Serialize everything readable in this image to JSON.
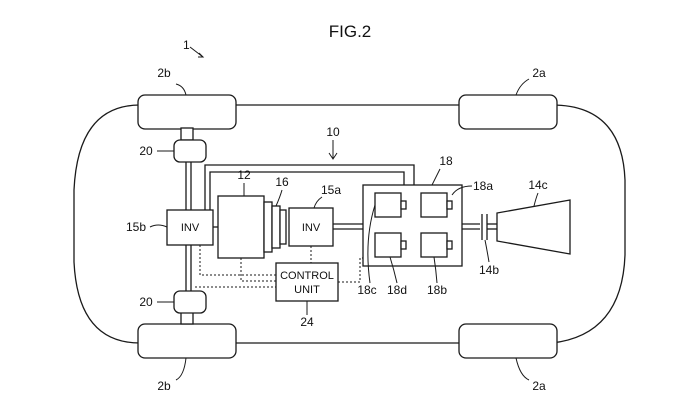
{
  "figure": {
    "title": "FIG.2"
  },
  "labels": {
    "vehicle": "1",
    "system": "10",
    "motor": "12",
    "reducer": "16",
    "inverter_front": "15a",
    "inverter_rear": "15b",
    "battery_pack": "18",
    "cell_top_right": "18a",
    "cell_bottom_right": "18b",
    "cell_top_left": "18c",
    "cell_bottom_left": "18d",
    "connector": "14b",
    "generator_unit": "14c",
    "in_wheel_motor": "20",
    "front_wheel": "2a",
    "rear_wheel": "2b",
    "control_unit_ref": "24"
  },
  "blocks": {
    "inverter_text": "INV",
    "control_unit_line1": "CONTROL",
    "control_unit_line2": "UNIT"
  }
}
